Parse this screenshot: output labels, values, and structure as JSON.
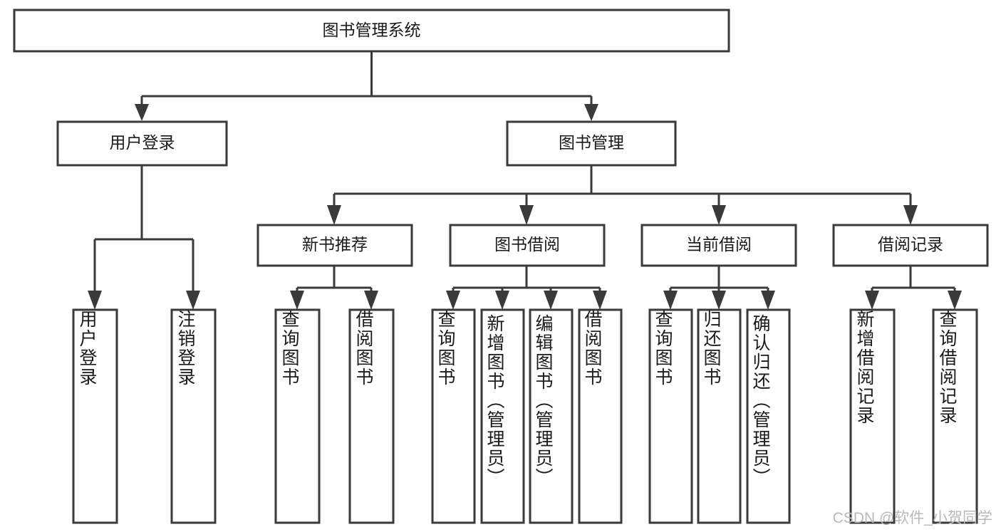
{
  "diagram": {
    "title": "图书管理系统",
    "type": "tree-hierarchy",
    "root": {
      "id": "root",
      "label": "图书管理系统"
    },
    "level2": [
      {
        "id": "user-login",
        "label": "用户登录"
      },
      {
        "id": "book-manage",
        "label": "图书管理"
      }
    ],
    "level3": [
      {
        "id": "new-book-rec",
        "label": "新书推荐",
        "parent": "book-manage"
      },
      {
        "id": "book-borrow",
        "label": "图书借阅",
        "parent": "book-manage"
      },
      {
        "id": "current-borrow",
        "label": "当前借阅",
        "parent": "book-manage"
      },
      {
        "id": "borrow-record",
        "label": "借阅记录",
        "parent": "book-manage"
      }
    ],
    "leaves": [
      {
        "id": "leaf-user-login",
        "label": "用户登录",
        "parent": "user-login",
        "align": "middle"
      },
      {
        "id": "leaf-user-logout",
        "label": "注销登录",
        "parent": "user-login",
        "align": "middle"
      },
      {
        "id": "leaf-query-book-1",
        "label": "查询图书",
        "parent": "new-book-rec",
        "align": "middle"
      },
      {
        "id": "leaf-borrow-book-1",
        "label": "借阅图书",
        "parent": "new-book-rec",
        "align": "middle"
      },
      {
        "id": "leaf-query-book-2",
        "label": "查询图书",
        "parent": "book-borrow",
        "align": "middle"
      },
      {
        "id": "leaf-add-book",
        "label": "新增图书（管理员）",
        "parent": "book-borrow",
        "align": "top"
      },
      {
        "id": "leaf-edit-book",
        "label": "编辑图书（管理员）",
        "parent": "book-borrow",
        "align": "top"
      },
      {
        "id": "leaf-borrow-book-2",
        "label": "借阅图书",
        "parent": "book-borrow",
        "align": "middle"
      },
      {
        "id": "leaf-query-book-3",
        "label": "查询图书",
        "parent": "current-borrow",
        "align": "middle"
      },
      {
        "id": "leaf-return-book",
        "label": "归还图书",
        "parent": "current-borrow",
        "align": "middle"
      },
      {
        "id": "leaf-confirm-return",
        "label": "确认归还（管理员）",
        "parent": "current-borrow",
        "align": "top"
      },
      {
        "id": "leaf-add-record",
        "label": "新增借阅记录",
        "parent": "borrow-record",
        "align": "middle"
      },
      {
        "id": "leaf-query-record",
        "label": "查询借阅记录",
        "parent": "borrow-record",
        "align": "middle"
      }
    ]
  },
  "watermark": {
    "text": "CSDN @软件_小贺同学"
  },
  "colors": {
    "stroke": "#3a3a3a",
    "box_fill": "#ffffff",
    "text": "#1a1a1a",
    "background": "#ffffff",
    "watermark": "#b9b9b9"
  }
}
